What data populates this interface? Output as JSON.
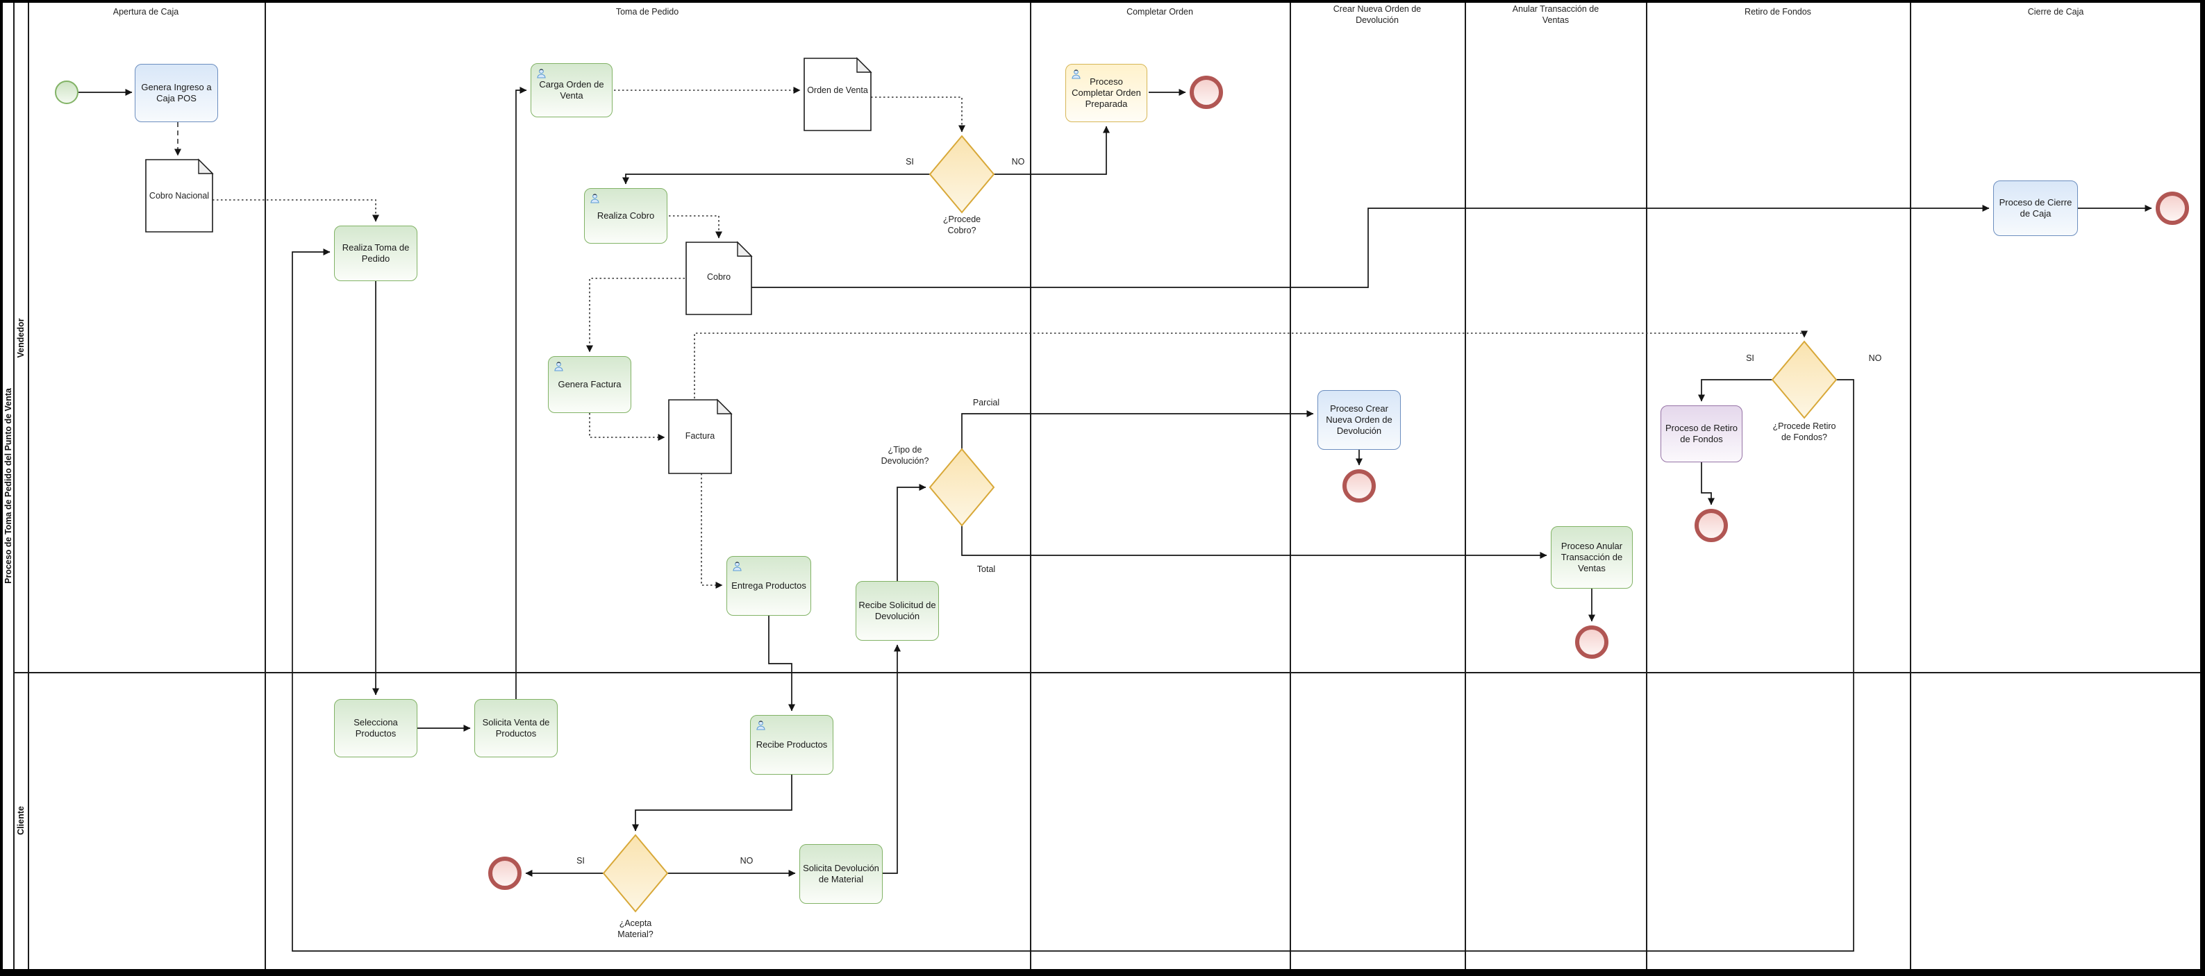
{
  "pool": {
    "title": "Proceso de Toma de Pedido del Punto de Venta"
  },
  "lanes": {
    "vendedor": "Vendedor",
    "cliente": "Cliente"
  },
  "phases": {
    "apertura": "Apertura de Caja",
    "toma": "Toma de Pedido",
    "completar": "Completar Orden",
    "crear_nueva": "Crear Nueva Orden de\nDevolución",
    "anular": "Anular Transacción de\nVentas",
    "retiro": "Retiro de Fondos",
    "cierre": "Cierre de Caja"
  },
  "tasks": {
    "genera_ingreso": "Genera Ingreso a Caja POS",
    "realiza_toma": "Realiza Toma de Pedido",
    "carga_orden": "Carga Orden de Venta",
    "realiza_cobro": "Realiza Cobro",
    "genera_factura": "Genera Factura",
    "entrega_productos": "Entrega Productos",
    "recibe_solicitud": "Recibe Solicitud de Devolución",
    "proceso_completar": "Proceso Completar Orden Preparada",
    "proceso_crear": "Proceso Crear Nueva Orden de Devolución",
    "proceso_anular": "Proceso Anular Transacción de Ventas",
    "proceso_retiro": "Proceso de Retiro de Fondos",
    "proceso_cierre": "Proceso de Cierre de Caja",
    "selecciona": "Selecciona Productos",
    "solicita_venta": "Solicita Venta de Productos",
    "recibe_productos": "Recibe Productos",
    "solicita_devolucion": "Solicita Devolución de Material"
  },
  "documents": {
    "cobro_nacional": "Cobro Nacional",
    "orden_venta": "Orden de Venta",
    "cobro": "Cobro",
    "factura": "Factura"
  },
  "gateways": {
    "procede_cobro": {
      "question": "¿Procede\nCobro?",
      "yes": "SI",
      "no": "NO"
    },
    "tipo_devolucion": {
      "question": "¿Tipo de\nDevolución?",
      "parcial": "Parcial",
      "total": "Total"
    },
    "procede_retiro": {
      "question": "¿Procede Retiro\nde Fondos?",
      "yes": "SI",
      "no": "NO"
    },
    "acepta_material": {
      "question": "¿Acepta\nMaterial?",
      "yes": "SI",
      "no": "NO"
    }
  },
  "colors": {
    "task_green": "#82b366",
    "task_blue": "#6c8ebf",
    "task_yellow": "#d6b656",
    "task_purple": "#9673a6",
    "gateway_border": "#d8a838",
    "end_event": "#b15653",
    "start_event": "#82b366",
    "flow_line": "#141414"
  }
}
